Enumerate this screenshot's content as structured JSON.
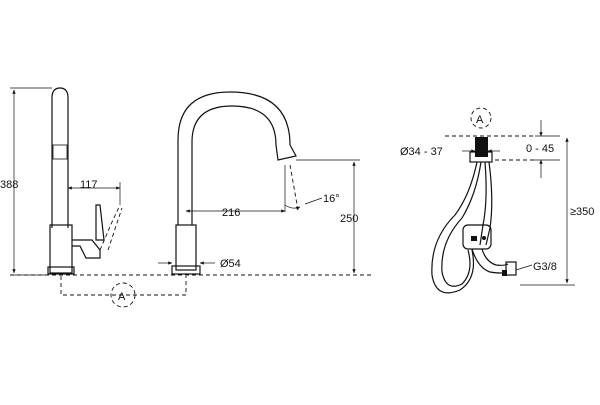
{
  "side_view": {
    "height_label": "388",
    "lever_reach_label": "117"
  },
  "front_view": {
    "reach_label": "216",
    "angle_label": "16°",
    "spout_height_label": "250",
    "base_diameter_label": "Ø54",
    "connection_marker": "A"
  },
  "install_view": {
    "connection_marker": "A",
    "hole_diameter_label": "Ø34 - 37",
    "counter_thickness_label": "0 - 45",
    "min_height_label": "≥350",
    "thread_label": "G3/8"
  },
  "colors": {
    "line": "#111111",
    "background": "#ffffff"
  }
}
